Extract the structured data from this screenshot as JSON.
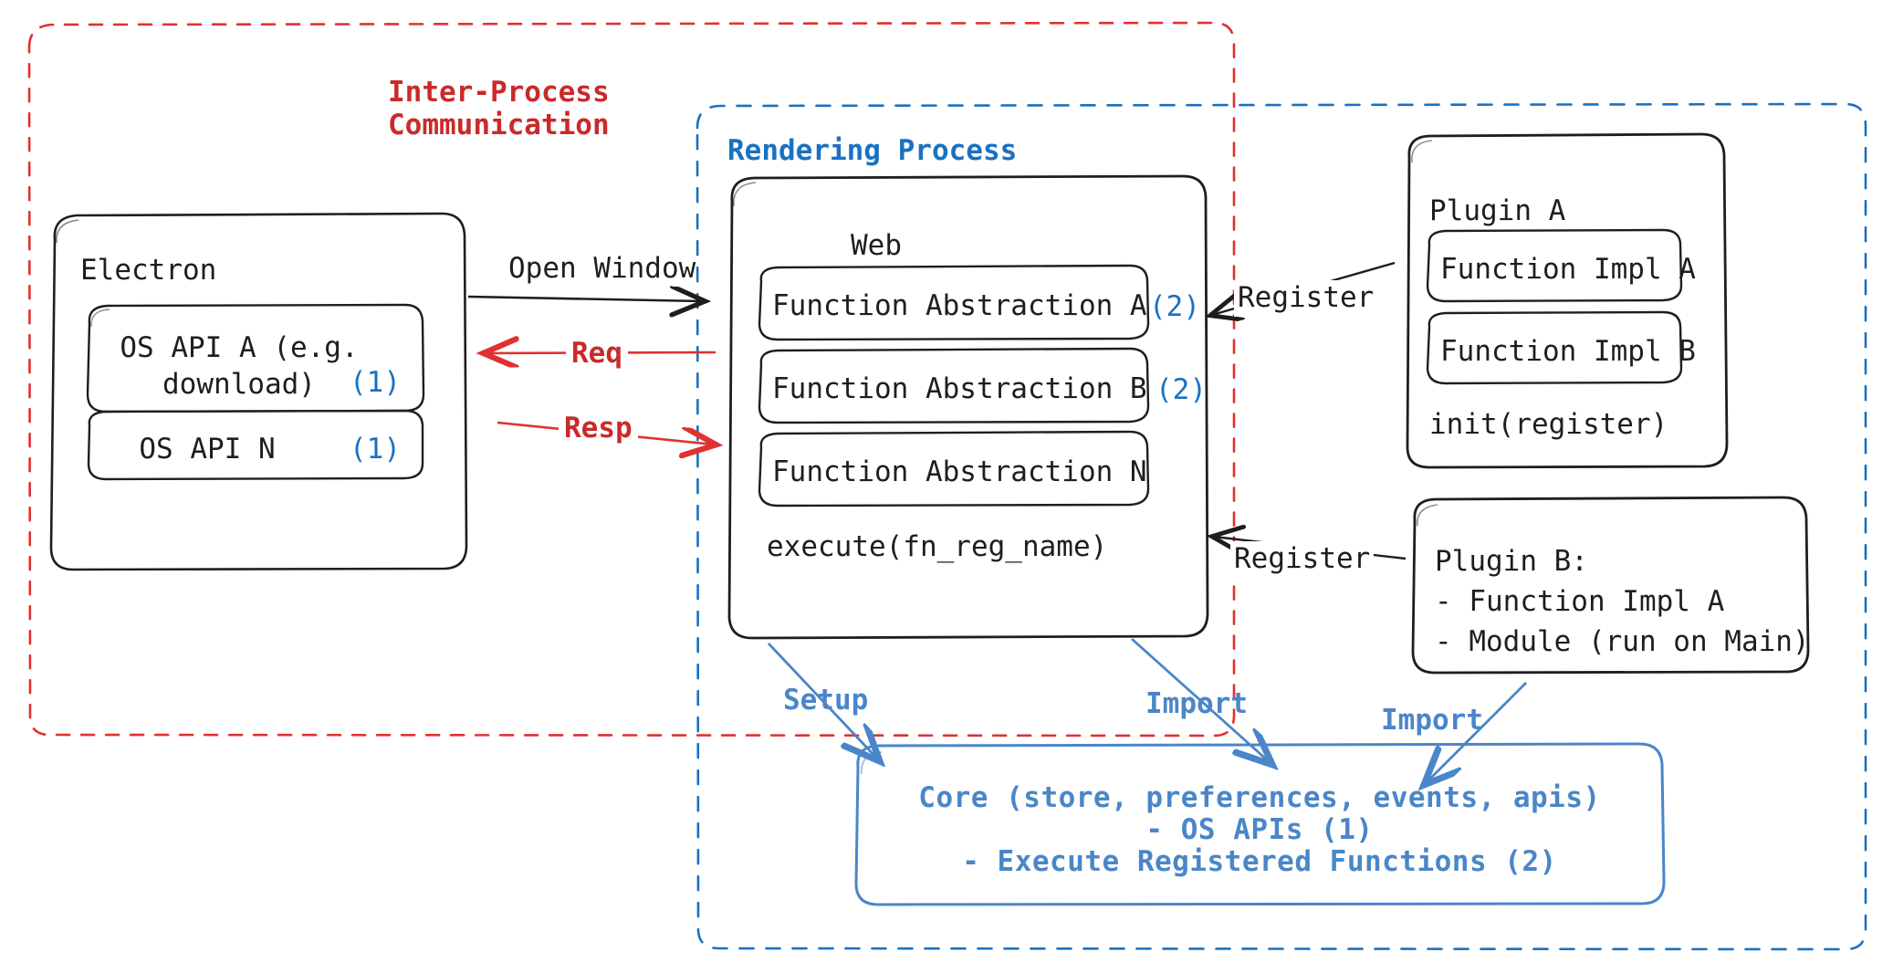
{
  "diagram": {
    "title": "Electron plugin architecture",
    "colors": {
      "ipc_red": "#c92a2a",
      "process_blue": "#1971c2",
      "core_blue": "#4a86c8",
      "ink": "#1e1e1e"
    },
    "regions": {
      "ipc": {
        "label_line1": "Inter-Process",
        "label_line2": "Communication",
        "style": "dashed",
        "color": "#c92a2a"
      },
      "rendering": {
        "label": "Rendering Process",
        "style": "dashed",
        "color": "#1971c2"
      }
    },
    "electron": {
      "title": "Electron",
      "apis": [
        {
          "label": "OS API A (e.g.\ndownload)",
          "marker": "(1)"
        },
        {
          "label": "OS API N",
          "marker": "(1)"
        }
      ]
    },
    "web": {
      "title": "Web",
      "abstractions": [
        {
          "label": "Function Abstraction A",
          "marker": "(2)"
        },
        {
          "label": "Function Abstraction B",
          "marker": "(2)"
        },
        {
          "label": "Function Abstraction N",
          "marker": ""
        }
      ],
      "method": "execute(fn_reg_name)"
    },
    "plugin_a": {
      "title": "Plugin A",
      "functions": [
        "Function Impl A",
        "Function Impl B"
      ],
      "init": "init(register)"
    },
    "plugin_b": {
      "title": "Plugin B:",
      "items": [
        "- Function Impl A",
        "- Module (run on Main)"
      ]
    },
    "core": {
      "line1": "Core (store, preferences, events, apis)",
      "line2": "- OS APIs (1)",
      "line3": "- Execute Registered Functions (2)"
    },
    "arrows": {
      "open_window": "Open Window",
      "req": "Req",
      "resp": "Resp",
      "register_top": "Register",
      "register_bottom": "Register",
      "setup": "Setup",
      "import_mid": "Import",
      "import_right": "Import"
    }
  }
}
